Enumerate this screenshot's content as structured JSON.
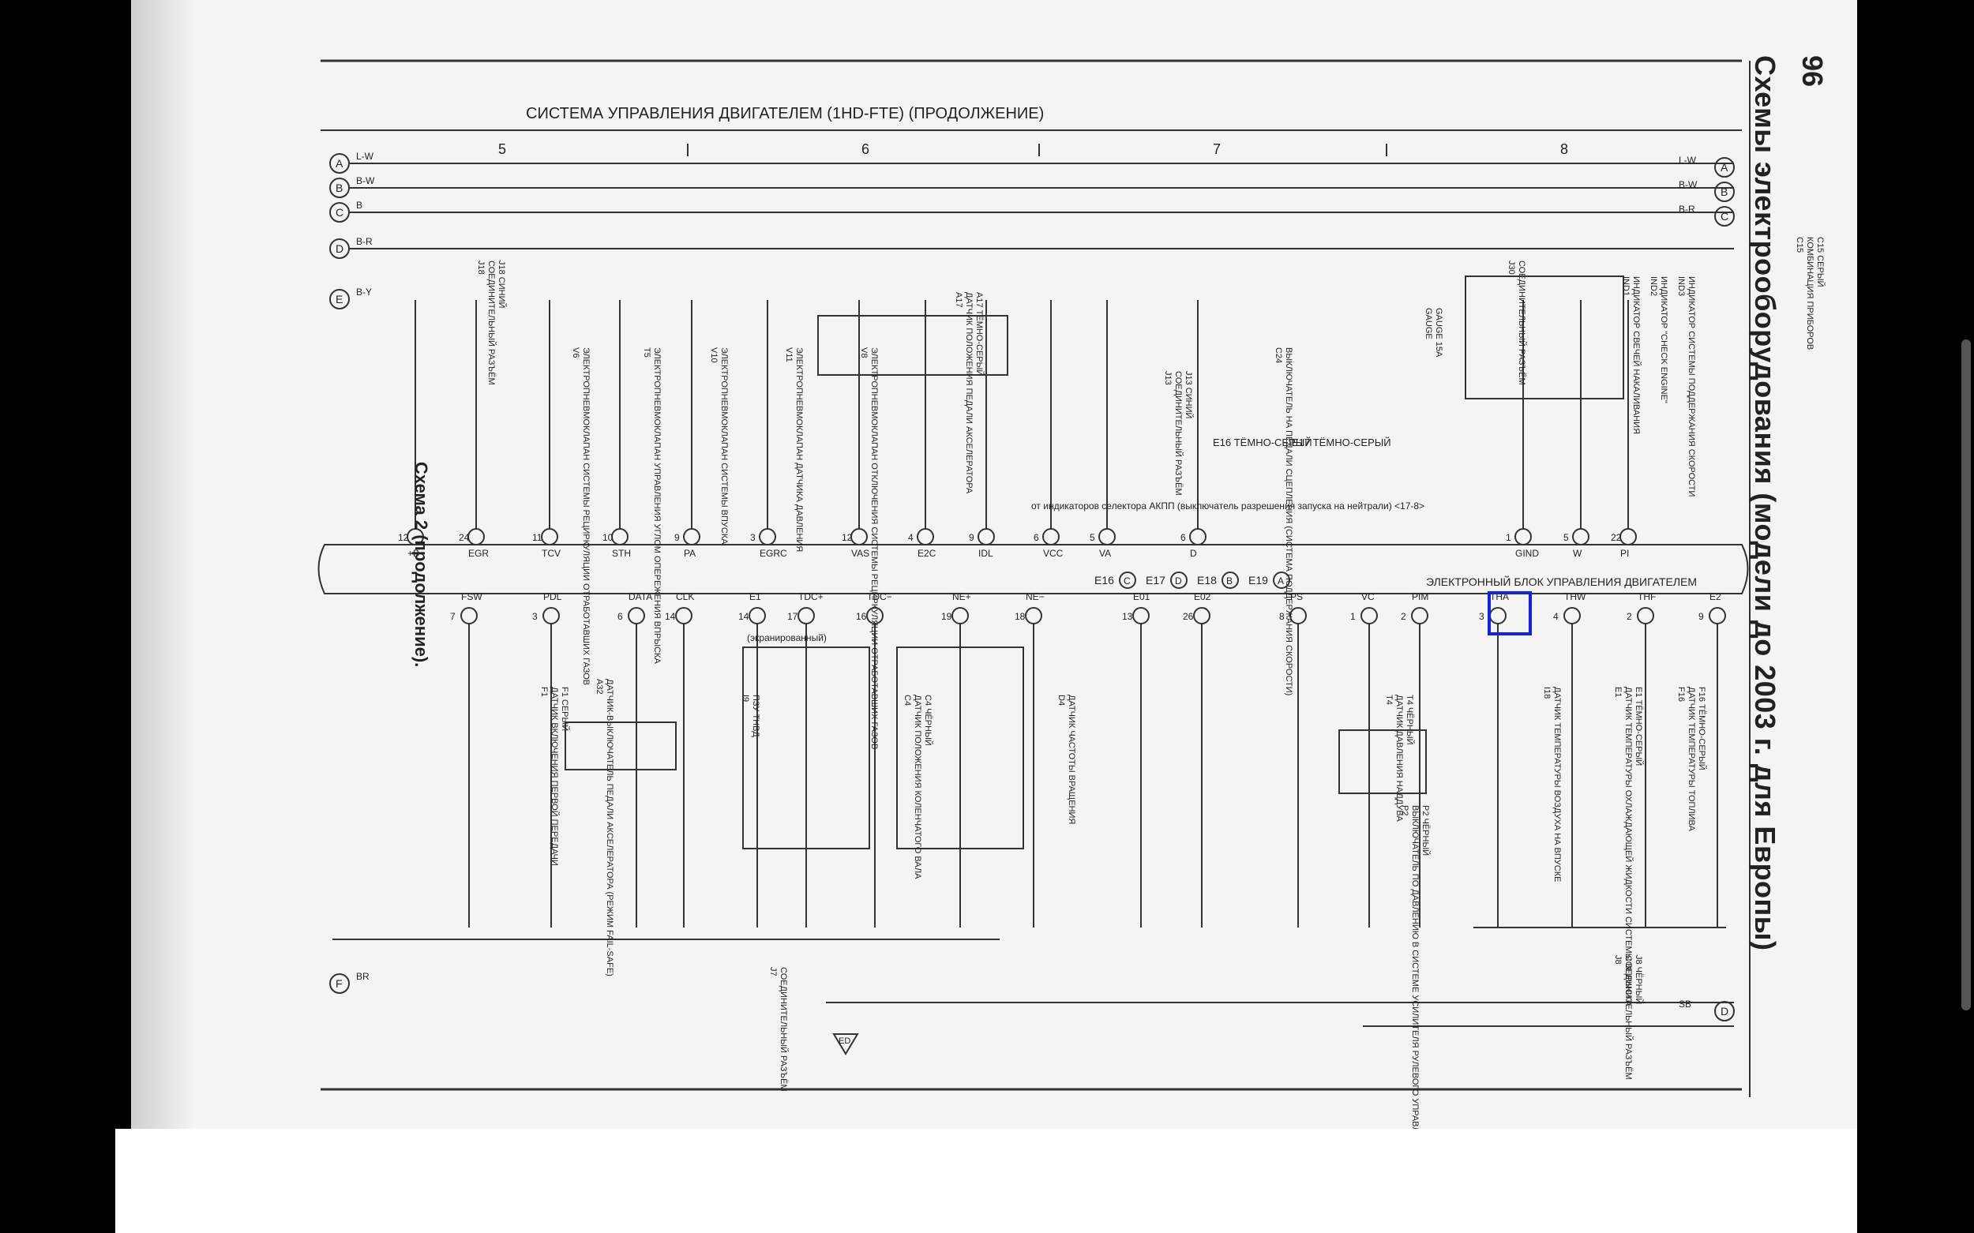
{
  "page": {
    "number": "96",
    "side_title": "Схемы электрооборудования (модели до 2003 г. для Европы)",
    "title": "СИСТЕМА УПРАВЛЕНИЯ ДВИГАТЕЛЕМ (1HD-FTE) (ПРОДОЛЖЕНИЕ)",
    "scheme_caption": "Схема 2 (продолжение).",
    "section_numbers": [
      "5",
      "6",
      "7",
      "8"
    ],
    "ecu_label": "ЭЛЕКТРОННЫЙ БЛОК УПРАВЛЕНИЯ ДВИГАТЕЛЕМ",
    "ecu_connectors": [
      "E16",
      "E17",
      "E18",
      "E19"
    ],
    "bus_left": [
      {
        "letter": "A",
        "wire": "L-W"
      },
      {
        "letter": "B",
        "wire": "B-W"
      },
      {
        "letter": "C",
        "wire": "B"
      },
      {
        "letter": "D",
        "wire": "B-R"
      },
      {
        "letter": "E",
        "wire": "B-Y"
      },
      {
        "letter": "F",
        "wire": "BR"
      }
    ],
    "bus_right": [
      {
        "letter": "A",
        "wire": "L-W"
      },
      {
        "letter": "B",
        "wire": "B-W"
      },
      {
        "letter": "C",
        "wire": "B-R"
      },
      {
        "letter": "D",
        "wire": "SB"
      }
    ],
    "top_pins": [
      {
        "num": "12",
        "term": "+B"
      },
      {
        "num": "24",
        "term": "EGR"
      },
      {
        "num": "11",
        "term": "TCV"
      },
      {
        "num": "10",
        "term": "STH"
      },
      {
        "num": "9",
        "term": "PA"
      },
      {
        "num": "3",
        "term": "EGRC"
      },
      {
        "num": "12",
        "term": "VAS"
      },
      {
        "num": "4",
        "term": "E2C"
      },
      {
        "num": "9",
        "term": "IDL"
      },
      {
        "num": "6",
        "term": "VCC"
      },
      {
        "num": "5",
        "term": "VA"
      },
      {
        "num": "6",
        "term": "D"
      },
      {
        "num": "1",
        "term": "GIND"
      },
      {
        "num": "5",
        "term": "W"
      },
      {
        "num": "22",
        "term": "PI"
      }
    ],
    "bottom_pins": [
      {
        "num": "7",
        "term": "FSW"
      },
      {
        "num": "3",
        "term": "PDL"
      },
      {
        "num": "6",
        "term": "DATA"
      },
      {
        "num": "14",
        "term": "CLK"
      },
      {
        "num": "14",
        "term": "E1"
      },
      {
        "num": "17",
        "term": "TDC+"
      },
      {
        "num": "16",
        "term": "TDC−"
      },
      {
        "num": "19",
        "term": "NE+"
      },
      {
        "num": "18",
        "term": "NE−"
      },
      {
        "num": "13",
        "term": "E01"
      },
      {
        "num": "26",
        "term": "E02"
      },
      {
        "num": "8",
        "term": "PS"
      },
      {
        "num": "1",
        "term": "VC"
      },
      {
        "num": "2",
        "term": "PIM"
      },
      {
        "num": "3",
        "term": "THA"
      },
      {
        "num": "4",
        "term": "THW"
      },
      {
        "num": "2",
        "term": "THF"
      },
      {
        "num": "9",
        "term": "E2"
      }
    ],
    "components_top": [
      {
        "id": "J18",
        "label": "СОЕДИНИТЕЛЬНЫЙ РАЗЪЁМ",
        "color": "J18 СИНИЙ"
      },
      {
        "id": "V6",
        "label": "ЭЛЕКТРОПНЕВМОКЛАПАН СИСТЕМЫ РЕЦИРКУЛЯЦИИ ОТРАБОТАВШИХ ГАЗОВ"
      },
      {
        "id": "T5",
        "label": "ЭЛЕКТРОПНЕВМОКЛАПАН УПРАВЛЕНИЯ УГЛОМ ОПЕРЕЖЕНИЯ ВПРЫСКА"
      },
      {
        "id": "V10",
        "label": "ЭЛЕКТРОПНЕВМОКЛАПАН СИСТЕМЫ ВПУСКА"
      },
      {
        "id": "V11",
        "label": "ЭЛЕКТРОПНЕВМОКЛАПАН ДАТЧИКА ДАВЛЕНИЯ"
      },
      {
        "id": "V8",
        "label": "ЭЛЕКТРОПНЕВМОКЛАПАН ОТКЛЮЧЕНИЯ СИСТЕМЫ РЕЦИРКУЛЯЦИИ ОТРАБОТАВШИХ ГАЗОВ"
      },
      {
        "id": "A17",
        "label": "ДАТЧИК ПОЛОЖЕНИЯ ПЕДАЛИ АКСЕЛЕРАТОРА",
        "color": "A17 ТЁМНО-СЕРЫЙ"
      },
      {
        "id": "J13",
        "label": "СОЕДИНИТЕЛЬНЫЙ РАЗЪЁМ",
        "color": "J13 СИНИЙ"
      },
      {
        "id": "C24",
        "label": "ВЫКЛЮЧАТЕЛЬ НА ПЕДАЛИ СЦЕПЛЕНИЯ (СИСТЕМА ПОДДЕРЖАНИЯ СКОРОСТИ)"
      },
      {
        "id": "GAUGE",
        "label": "GAUGE 15A"
      },
      {
        "id": "J30",
        "label": "СОЕДИНИТЕЛЬНЫЙ РАЗЪЁМ"
      },
      {
        "id": "C15",
        "label": "КОМБИНАЦИЯ ПРИБОРОВ",
        "color": "C15 СЕРЫЙ"
      },
      {
        "id": "IND1",
        "label": "ИНДИКАТОР СВЕЧЕЙ НАКАЛИВАНИЯ"
      },
      {
        "id": "IND2",
        "label": "ИНДИКАТОР \"CHECK ENGINE\""
      },
      {
        "id": "IND3",
        "label": "ИНДИКАТОР СИСТЕМЫ ПОДДЕРЖАНИЯ СКОРОСТИ"
      }
    ],
    "components_bottom": [
      {
        "id": "F1",
        "label": "ДАТЧИК ВКЛЮЧЕНИЯ ПЕРВОЙ ПЕРЕДАЧИ",
        "color": "F1 СЕРЫЙ"
      },
      {
        "id": "A32",
        "label": "ДАТЧИК-ВЫКЛЮЧАТЕЛЬ ПЕДАЛИ АКСЕЛЕРАТОРА (РЕЖИМ FAIL-SAFE)"
      },
      {
        "id": "I9",
        "label": "ПЗУ ТНВД"
      },
      {
        "id": "C4",
        "label": "ДАТЧИК ПОЛОЖЕНИЯ КОЛЕНЧАТОГО ВАЛА",
        "color": "C4 ЧЁРНЫЙ"
      },
      {
        "id": "D4",
        "label": "ДАТЧИК ЧАСТОТЫ ВРАЩЕНИЯ"
      },
      {
        "id": "T4",
        "label": "ДАТЧИК ДАВЛЕНИЯ НАДДУВА",
        "color": "T4 ЧЁРНЫЙ"
      },
      {
        "id": "P2",
        "label": "ВЫКЛЮЧАТЕЛЬ ПО ДАВЛЕНИЮ В СИСТЕМЕ УСИЛИТЕЛЯ РУЛЕВОГО УПРАВЛЕНИЯ",
        "color": "P2 ЧЁРНЫЙ"
      },
      {
        "id": "I18",
        "label": "ДАТЧИК ТЕМПЕРАТУРЫ ВОЗДУХА НА ВПУСКЕ"
      },
      {
        "id": "E1",
        "label": "ДАТЧИК ТЕМПЕРАТУРЫ ОХЛАЖДАЮЩЕЙ ЖИДКОСТИ СИСТЕМЫ ВПРЫСКА",
        "color": "E1 ТЁМНО-СЕРЫЙ"
      },
      {
        "id": "F16",
        "label": "ДАТЧИК ТЕМПЕРАТУРЫ ТОПЛИВА",
        "color": "F16 ТЁМНО-СЕРЫЙ"
      },
      {
        "id": "J7",
        "label": "СОЕДИНИТЕЛЬНЫЙ РАЗЪЁМ"
      },
      {
        "id": "J8",
        "label": "СОЕДИНИТЕЛЬНЫЙ РАЗЪЁМ",
        "color": "J8 ЧЁРНЫЙ"
      },
      {
        "id": "ED",
        "label": "ED"
      }
    ],
    "notes": [
      "от индикаторов селектора АКПП (выключатель разрешения запуска на нейтрали) <17-8>",
      "(экранированный)",
      "E16 ТЁМНО-СЕРЫЙ",
      "E17 ТЁМНО-СЕРЫЙ"
    ],
    "highlight_color": "#1420e8"
  }
}
